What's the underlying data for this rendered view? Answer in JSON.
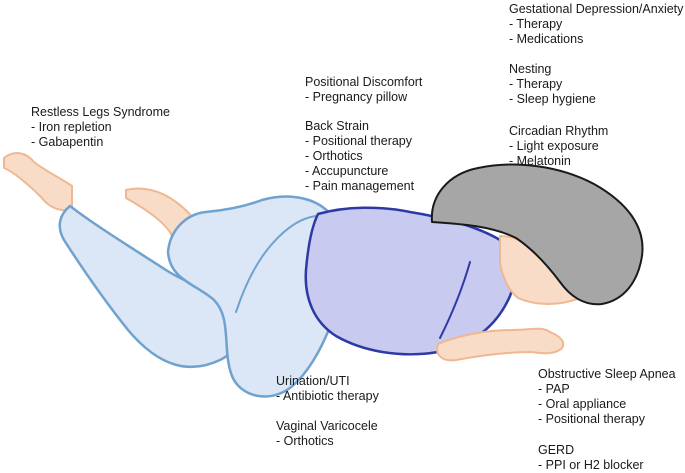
{
  "colors": {
    "skin": "#f9dcc8",
    "skin_outline": "#f0b890",
    "pajama_pants": "#dbe6f6",
    "pants_outline": "#6fa2cf",
    "shirt": "#c9caf0",
    "shirt_outline": "#2d3aa5",
    "hair": "#a6a6a6",
    "hair_outline": "#1a1a1a"
  },
  "labels": {
    "restless_legs": {
      "heading": "Restless Legs Syndrome",
      "items": [
        "Iron repletion",
        "Gabapentin"
      ]
    },
    "positional_discomfort": {
      "heading": "Positional Discomfort",
      "items": [
        "Pregnancy pillow"
      ]
    },
    "back_strain": {
      "heading": "Back Strain",
      "items": [
        "Positional therapy",
        "Orthotics",
        "Accupuncture",
        "Pain management"
      ]
    },
    "gestational_depression": {
      "heading": "Gestational Depression/Anxiety",
      "items": [
        "Therapy",
        "Medications"
      ]
    },
    "nesting": {
      "heading": "Nesting",
      "items": [
        "Therapy",
        "Sleep hygiene"
      ]
    },
    "circadian_rhythm": {
      "heading": "Circadian Rhythm",
      "items": [
        "Light exposure",
        "Melatonin"
      ]
    },
    "urination_uti": {
      "heading": "Urination/UTI",
      "items": [
        "Antibiotic therapy"
      ]
    },
    "vaginal_varicocele": {
      "heading": "Vaginal Varicocele",
      "items": [
        "Orthotics"
      ]
    },
    "obstructive_sleep_apnea": {
      "heading": "Obstructive Sleep Apnea",
      "items": [
        "PAP",
        "Oral appliance",
        "Positional therapy"
      ]
    },
    "gerd": {
      "heading": "GERD",
      "items": [
        "PPI or H2 blocker"
      ]
    }
  }
}
